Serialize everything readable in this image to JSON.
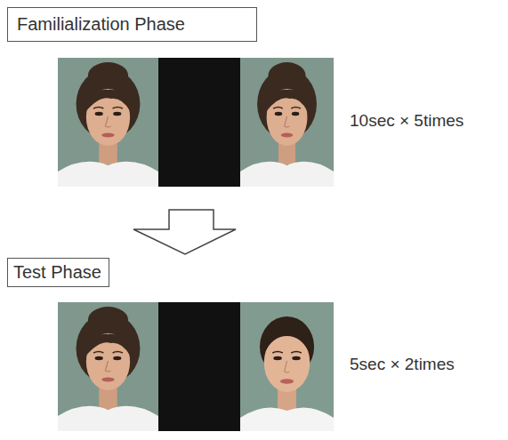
{
  "diagram": {
    "nodes": [
      {
        "text": [
          "Familialization Phase"
        ]
      },
      {
        "text": [
          "Test Phase"
        ]
      }
    ],
    "labels": [
      "10sec × 5times",
      "5sec × 2times"
    ]
  }
}
